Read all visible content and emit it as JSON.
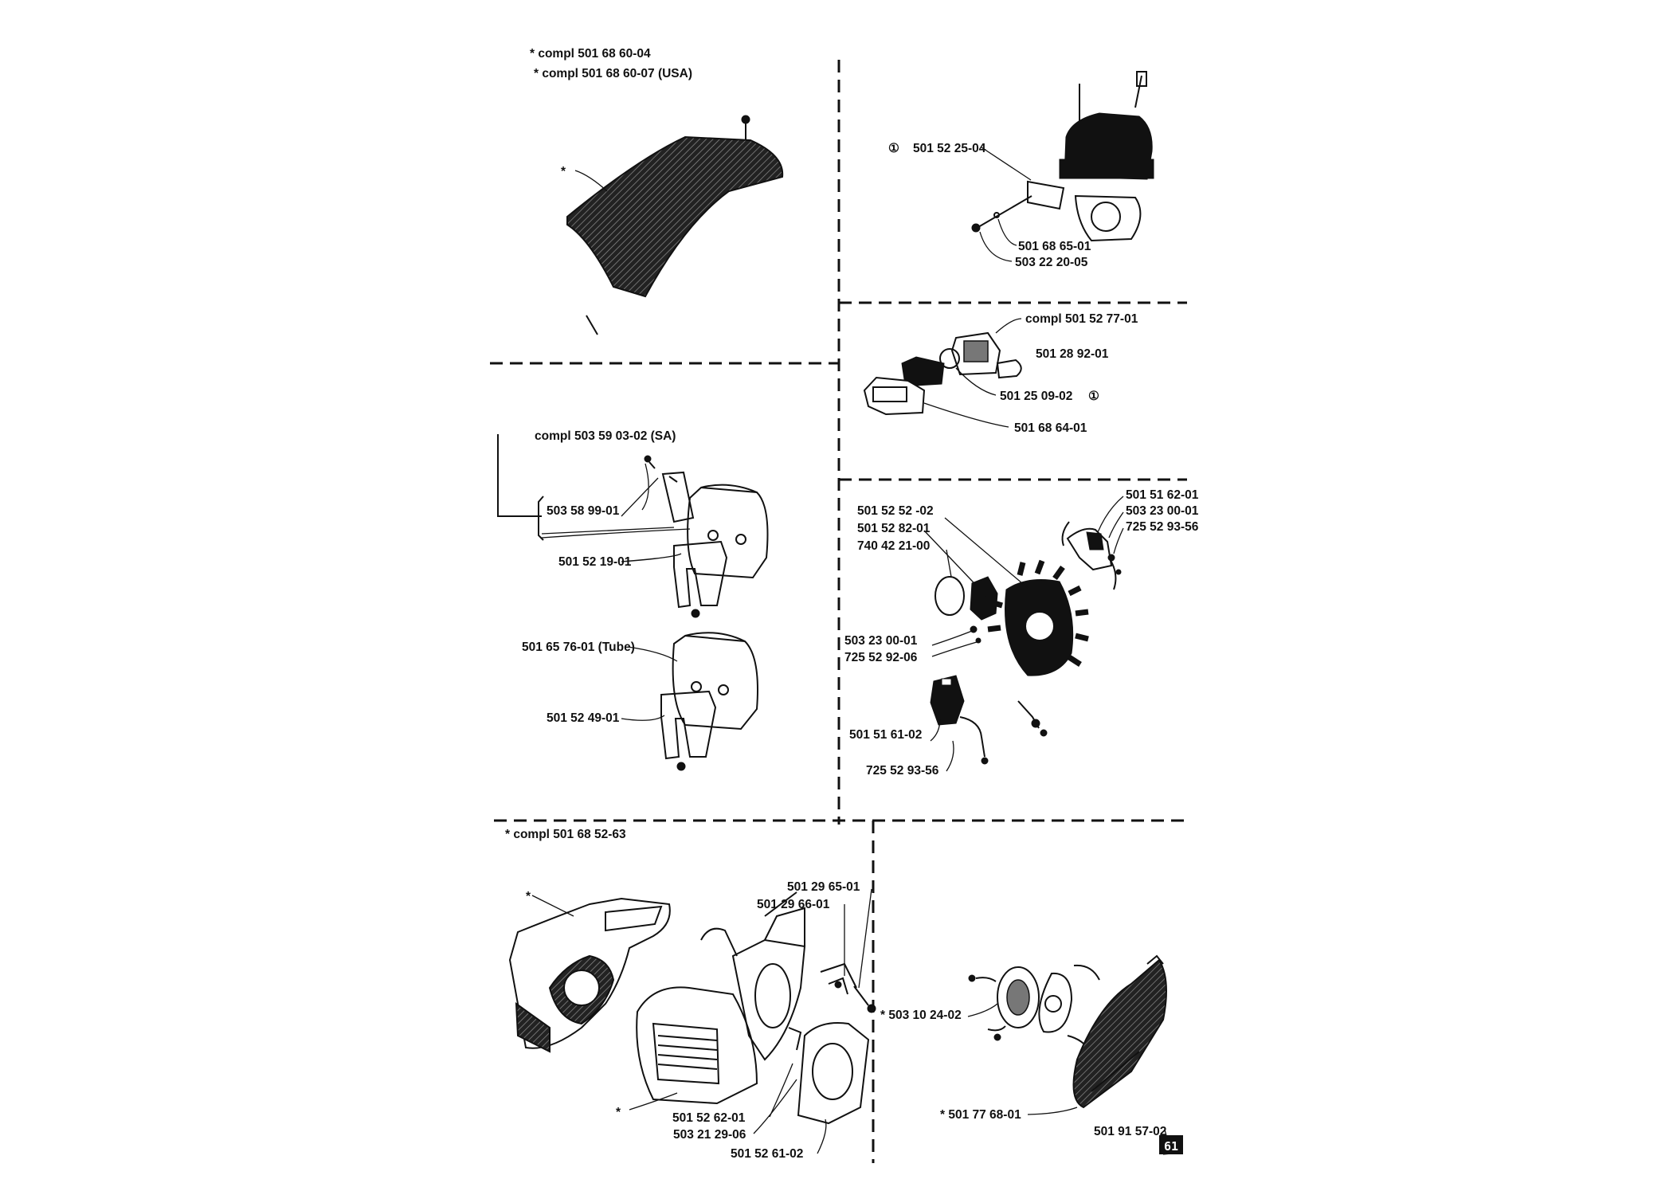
{
  "page": {
    "number_badge": "61"
  },
  "sections": {
    "cylinder_cover": {
      "labels": [
        "*  compl 501 68 60-04",
        "*  compl 501 68 60-07 (USA)",
        "*"
      ]
    },
    "cylinder": {
      "labels": [
        "①",
        "501 52 25-04",
        "501 68 65-01",
        "503 22 20-05"
      ]
    },
    "carburetor": {
      "labels": [
        "compl 501 52 77-01",
        "501 28 92-01",
        "501 25 09-02",
        "①",
        "501 68 64-01"
      ]
    },
    "muffler": {
      "labels": [
        "compl 503 59 03-02 (SA)",
        "503 58 99-01",
        "501 52 19-01",
        "501 65 76-01 (Tube)",
        "501 52 49-01"
      ]
    },
    "ignition": {
      "labels": [
        "501 52 52 -02",
        "501 52 82-01",
        "740 42 21-00",
        "501 51 62-01",
        "503 23 00-01",
        "725 52 93-56",
        "503 23 00-01",
        "725 52 92-06",
        "501 51 61-02",
        "725 52 93-56"
      ]
    },
    "crankcase": {
      "labels": [
        "*  compl 501 68 52-63",
        "*",
        "501 29 65-01",
        "501 29 66-01",
        "*",
        "501 52 62-01",
        "503 21 29-06",
        "501 52 61-02"
      ]
    },
    "starter": {
      "labels": [
        "*  503 10 24-02",
        "*  501 77 68-01",
        "501 91 57-02"
      ]
    }
  }
}
